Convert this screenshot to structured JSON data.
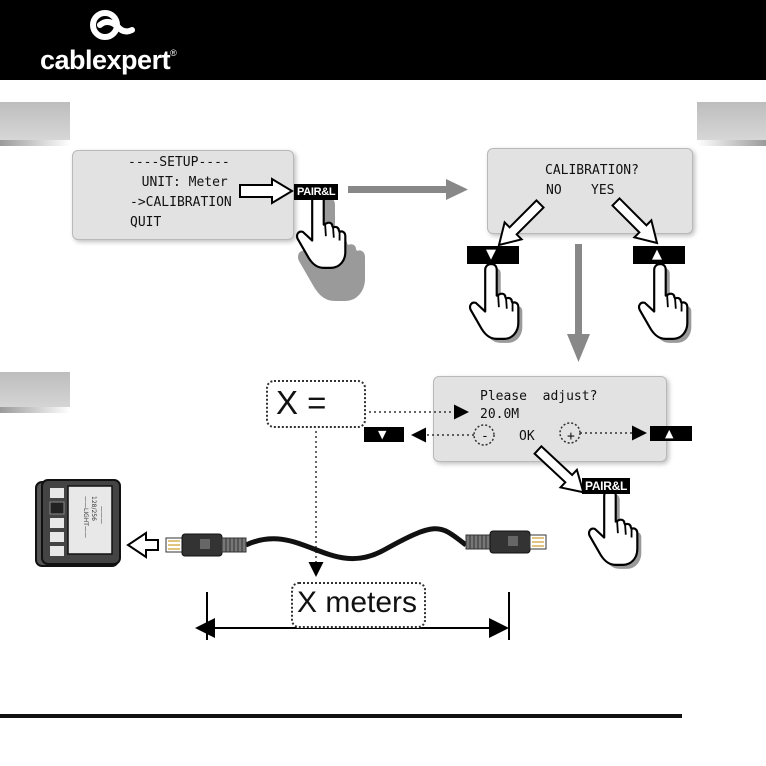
{
  "brand": {
    "name": "cablexpert",
    "mark": "®"
  },
  "setup_screen": {
    "lines": [
      "----SETUP----",
      "  UNIT: Meter",
      "->CALIBRATION",
      "QUIT"
    ]
  },
  "calibration_screen": {
    "line1": "CALIBRATION?",
    "line2_no": "NO",
    "line2_yes": "YES"
  },
  "adjust_screen": {
    "line1": "Please  adjust?",
    "value": "20.0M",
    "minus": "-",
    "ok": "OK",
    "plus": "+"
  },
  "keys": {
    "pair": "PAIR&L",
    "pair2": "PAIR&L",
    "down": "▼",
    "up": "▲",
    "down2": "▼",
    "up2": "▲"
  },
  "labels": {
    "x_equals": "X =",
    "x_meters": "X meters"
  },
  "tester_display": {
    "lines": [
      "——LIGHT——",
      "128/256",
      "———"
    ]
  }
}
